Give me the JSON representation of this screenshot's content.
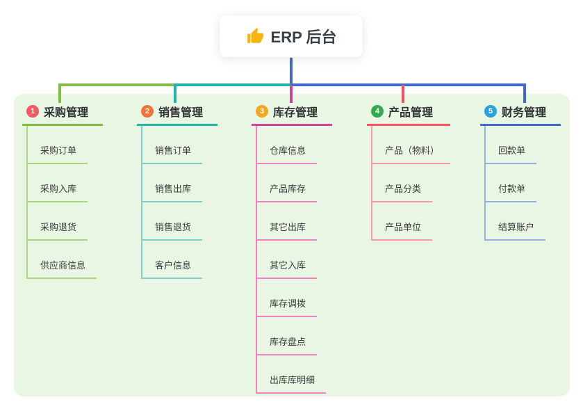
{
  "root": {
    "label": "ERP 后台",
    "icon": "thumbs-up-icon",
    "icon_color": "#f6b40e"
  },
  "connectors": {
    "stem_color": "#4169d0",
    "note": "root stem splits horizontally; colored drops feed each branch"
  },
  "branches": [
    {
      "number": "1",
      "label": "采购管理",
      "color": "#82bd43",
      "light_color": "#abd77c",
      "badge_color": "#ee5b63",
      "items": [
        "采购订单",
        "采购入库",
        "采购退货",
        "供应商信息"
      ]
    },
    {
      "number": "2",
      "label": "销售管理",
      "color": "#1fb5ad",
      "light_color": "#7cd2cb",
      "badge_color": "#f4743b",
      "items": [
        "销售订单",
        "销售出库",
        "销售退货",
        "客户信息"
      ]
    },
    {
      "number": "3",
      "label": "库存管理",
      "color": "#d0439a",
      "light_color": "#ee82c3",
      "badge_color": "#f5a81f",
      "items": [
        "仓库信息",
        "产品库存",
        "其它出库",
        "其它入库",
        "库存调拨",
        "库存盘点",
        "出库库明细"
      ]
    },
    {
      "number": "4",
      "label": "产品管理",
      "color": "#f4535e",
      "light_color": "#f89ba1",
      "badge_color": "#2fab51",
      "items": [
        "产品（物料）",
        "产品分类",
        "产品单位"
      ]
    },
    {
      "number": "5",
      "label": "财务管理",
      "color": "#4169d0",
      "light_color": "#9bb0e2",
      "badge_color": "#29a3dc",
      "items": [
        "回款单",
        "付款单",
        "结算账户"
      ]
    }
  ],
  "panel_color": "#e8f6e3"
}
